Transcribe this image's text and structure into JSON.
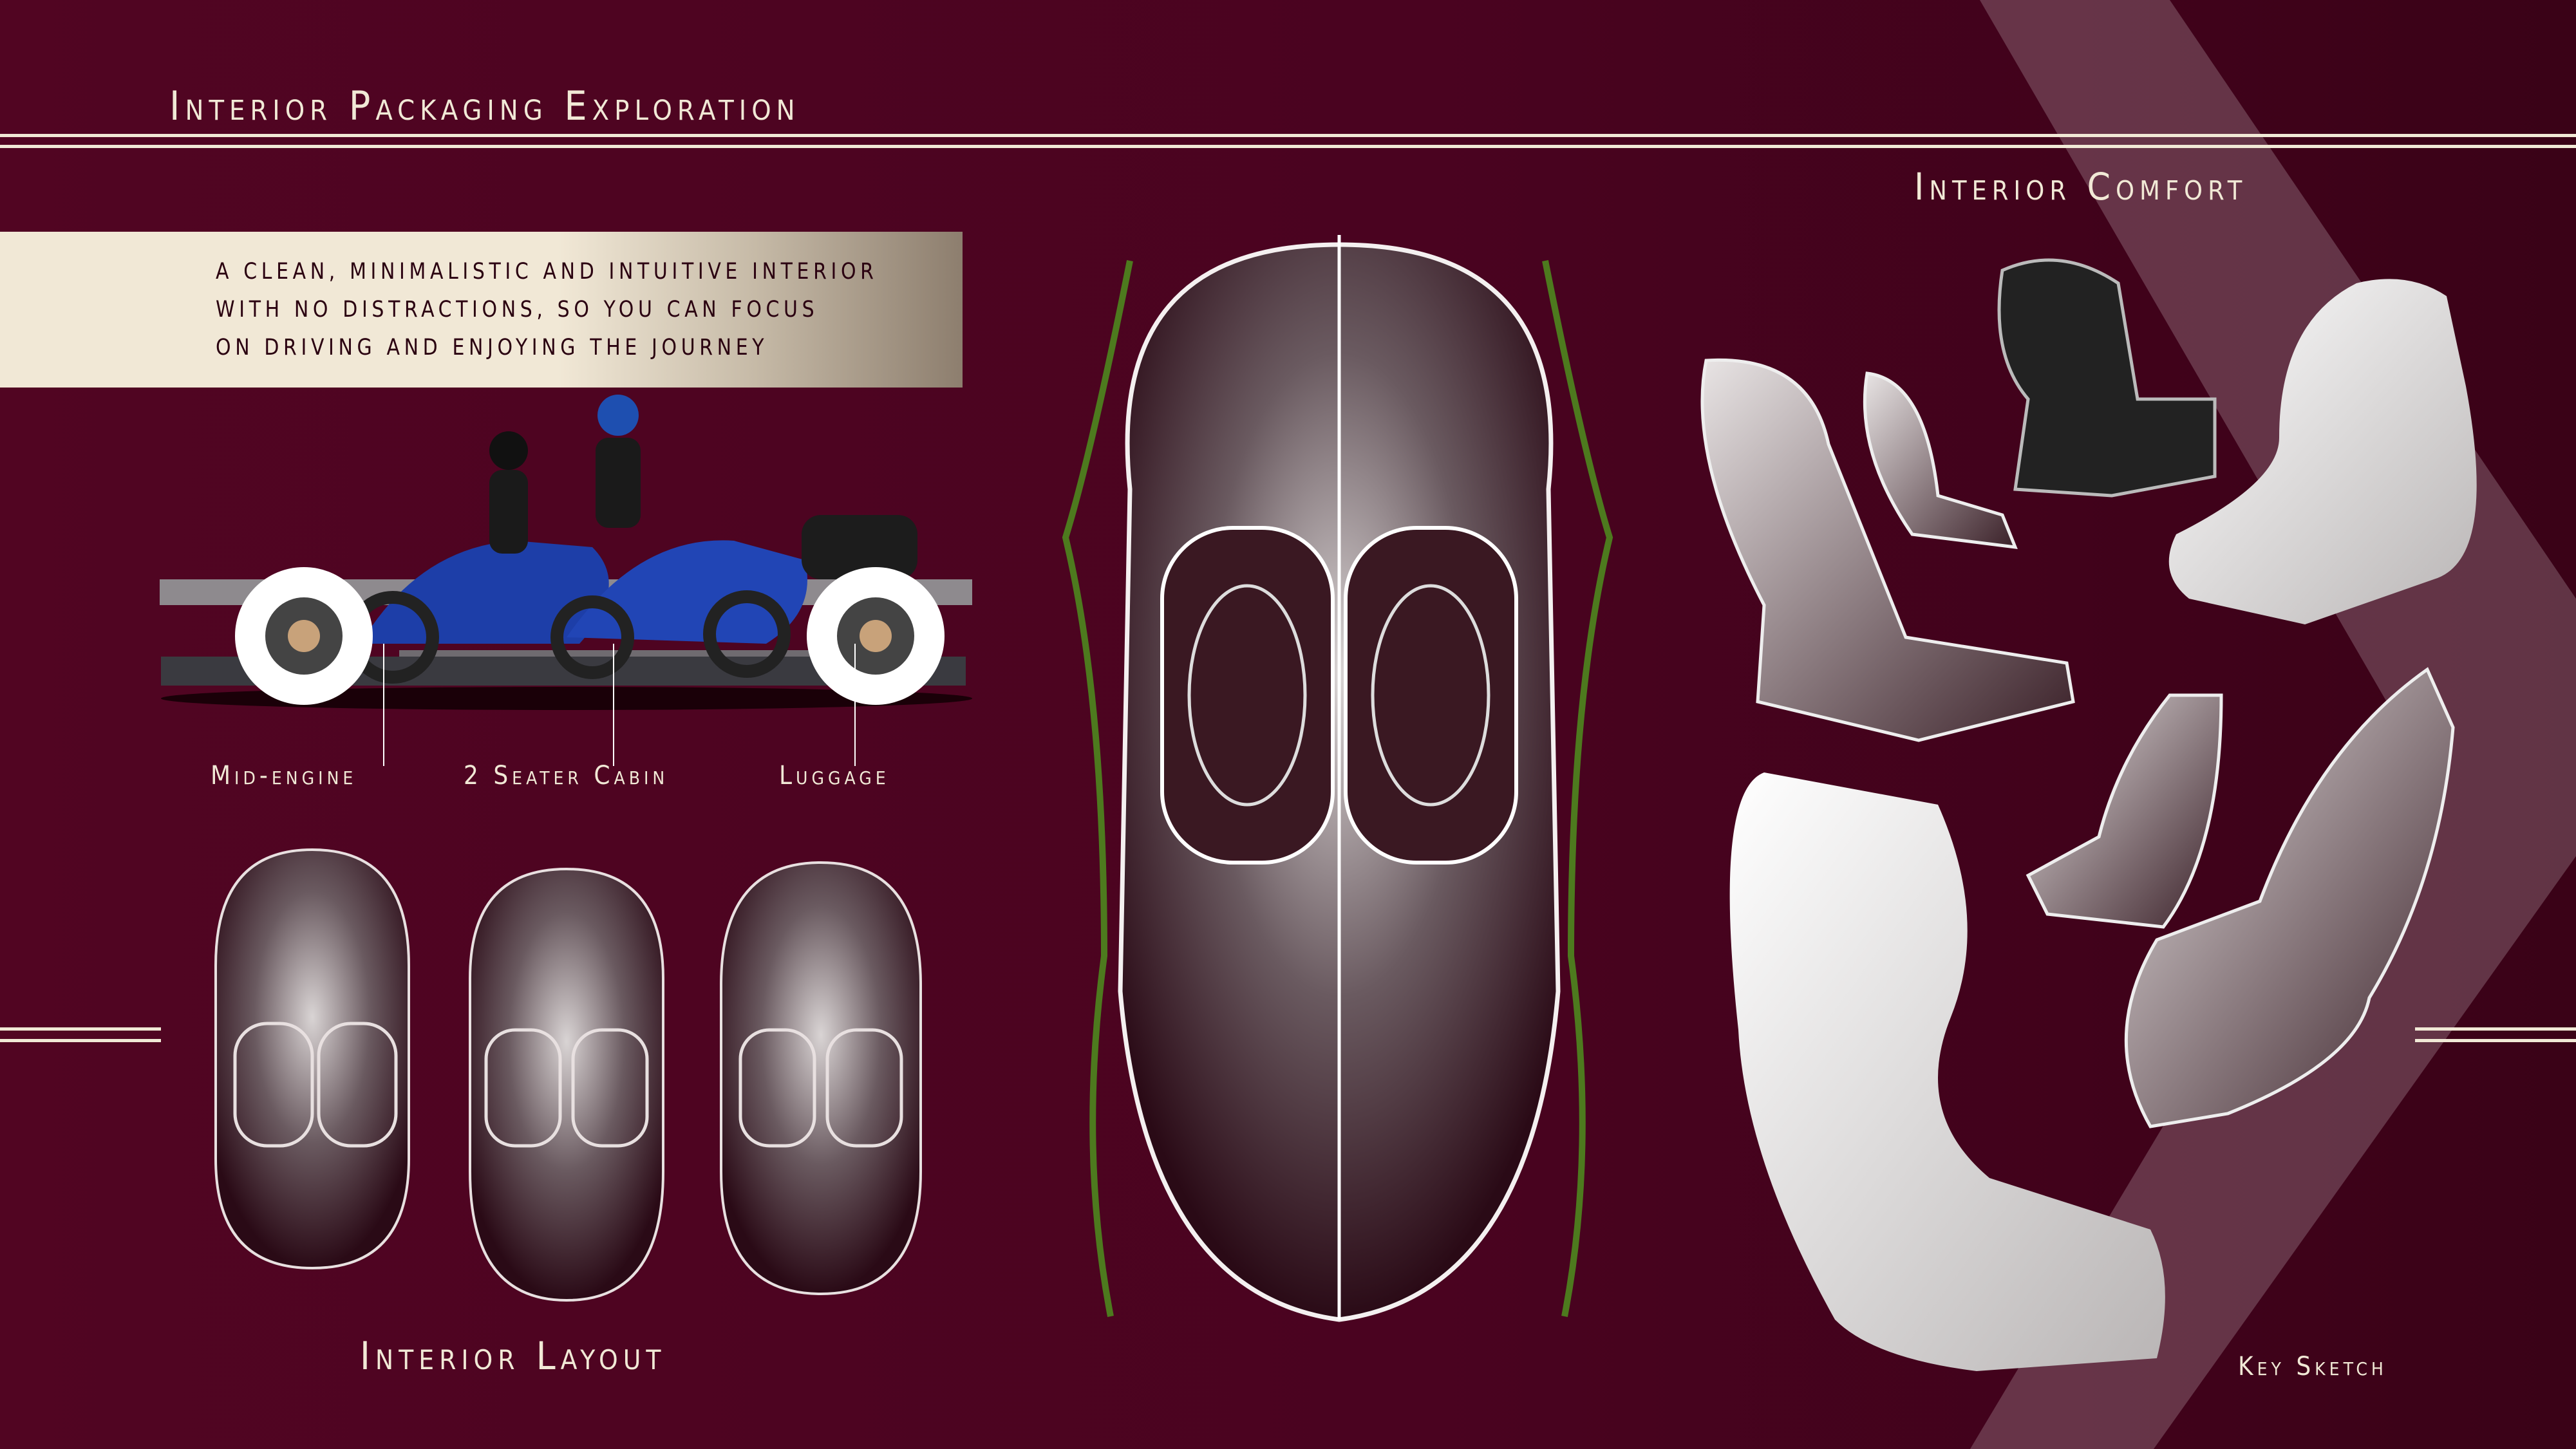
{
  "header": {
    "title": "Interior Packaging Exploration"
  },
  "intro": {
    "lines": [
      "a clean, minimalistic and intuitive interior",
      "with no distractions, so you can focus",
      "on driving and enjoying the journey"
    ]
  },
  "packaging": {
    "labels": [
      "Mid-engine",
      "2 Seater Cabin",
      "Luggage"
    ]
  },
  "layout_section": {
    "title": "Interior Layout"
  },
  "comfort_section": {
    "title": "Interior Comfort"
  },
  "key_sketch": {
    "label": "Key Sketch"
  },
  "colors": {
    "background": "#4e0420",
    "cream": "#f1e9d6",
    "green": "#4d7a1e"
  }
}
